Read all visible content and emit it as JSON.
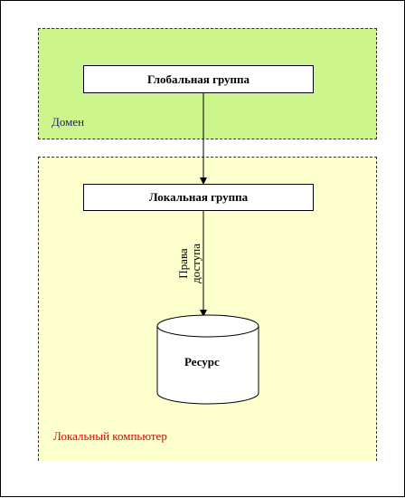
{
  "global_group": "Глобальная группа",
  "domain_label": "Домен",
  "local_group": "Локальная группа",
  "access_rights": [
    "Права",
    "доступа"
  ],
  "resource": "Ресурс",
  "local_computer_label": "Локальный компьютер",
  "colors": {
    "domain_bg": "#ccf58b",
    "local_bg": "#fdffcc",
    "domain_text": "#1a1a8c",
    "local_text": "#e00000"
  }
}
